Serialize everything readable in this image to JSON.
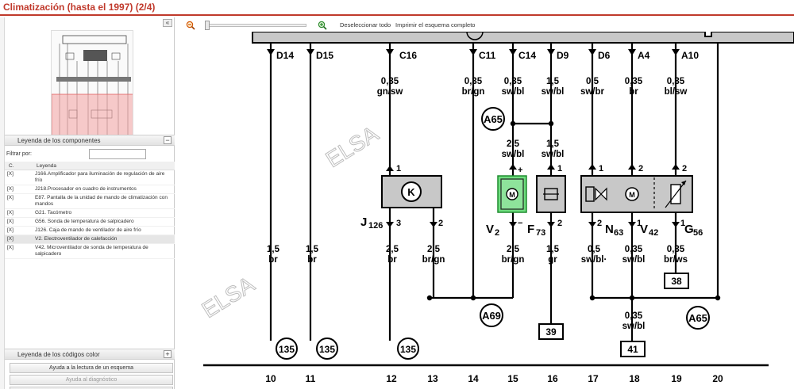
{
  "window": {
    "title": "Climatización (hasta el 1997) (2/4)"
  },
  "left_panel": {
    "collapse_label": "«",
    "legend_section": {
      "title": "Leyenda de los componentes",
      "toggle": "−"
    },
    "filter": {
      "label": "Filtrar por:",
      "value": ""
    },
    "table": {
      "columns": [
        "C.",
        "Leyenda"
      ],
      "rows": [
        {
          "check": "[X]",
          "text": "J166.Amplificador para iluminación de regulación de aire frío"
        },
        {
          "check": "[X]",
          "text": "J218.Procesador en cuadro de instrumentos"
        },
        {
          "check": "[X]",
          "text": "E87. Pantalla de la unidad de mando de climatización con mandos"
        },
        {
          "check": "[X]",
          "text": "G21. Tacómetro"
        },
        {
          "check": "[X]",
          "text": "G56. Sonda de temperatura de salpicadero"
        },
        {
          "check": "[X]",
          "text": "J126. Caja de mando de ventilador de aire frío"
        },
        {
          "check": "[X]",
          "text": "V2. Electroventilador de calefacción"
        },
        {
          "check": "[X]",
          "text": "V42. Microventilador de sonda de temperatura de salpicadero"
        }
      ]
    },
    "color_codes_section": {
      "title": "Leyenda de los códigos color",
      "toggle": "+"
    },
    "buttons": {
      "reading_help": "Ayuda a la lectura de un esquema",
      "diagnostic_help": "Ayuda al diagnóstico"
    }
  },
  "toolbar": {
    "deselect_all": "Deseleccionar todo",
    "print_all": "Imprimir el esquema completo"
  },
  "colors": {
    "title_red": "#c0392b",
    "selection_pink": "#f4b6b6",
    "highlight_green": "#6fdc7f",
    "component_gray": "#c8c8c8"
  },
  "diagram": {
    "connectors": [
      "D14",
      "D15",
      "C16",
      "C11",
      "C14",
      "D9",
      "D6",
      "A4",
      "A10"
    ],
    "wires_top": [
      {
        "size": "0,35",
        "color": "gn/sw"
      },
      {
        "size": "0,35",
        "color": "br/gn"
      },
      {
        "size": "0,35",
        "color": "sw/bl"
      },
      {
        "size": "1,5",
        "color": "sw/bl"
      },
      {
        "size": "0,5",
        "color": "sw/br"
      },
      {
        "size": "0,35",
        "color": "br"
      },
      {
        "size": "0,35",
        "color": "bl/sw"
      }
    ],
    "wires_mid": [
      {
        "size": "2,5",
        "color": "sw/bl"
      },
      {
        "size": "1,5",
        "color": "sw/bl"
      }
    ],
    "wires_bottom": [
      {
        "size": "1,5",
        "color": "br"
      },
      {
        "size": "1,5",
        "color": "br"
      },
      {
        "size": "2,5",
        "color": "br"
      },
      {
        "size": "2,5",
        "color": "br/gn"
      },
      {
        "size": "2,5",
        "color": "br/gn"
      },
      {
        "size": "1,5",
        "color": "gr"
      },
      {
        "size": "0,5",
        "color": "sw/bl·"
      },
      {
        "size": "0,35",
        "color": "sw/bl"
      },
      {
        "size": "0,35",
        "color": "br/ws"
      }
    ],
    "wire_41": {
      "size": "0,35",
      "color": "sw/bl"
    },
    "components": {
      "j126": {
        "label": "J",
        "sub": "126",
        "symbol": "K"
      },
      "v2": {
        "label": "V",
        "sub": "2"
      },
      "f73": {
        "label": "F",
        "sub": "73"
      },
      "n63": {
        "label": "N",
        "sub": "63"
      },
      "v42": {
        "label": "V",
        "sub": "42"
      },
      "g56": {
        "label": "G",
        "sub": "56"
      }
    },
    "pins": [
      "1",
      "3",
      "2",
      "+",
      "−",
      "1",
      "2",
      "1",
      "2",
      "2",
      "1",
      "2",
      "1"
    ],
    "connection_points": [
      "A65",
      "A69",
      "A65"
    ],
    "ground_refs": [
      "135",
      "135",
      "135"
    ],
    "box_refs": [
      "39",
      "38",
      "41"
    ],
    "tracks": [
      "10",
      "11",
      "12",
      "13",
      "14",
      "15",
      "16",
      "17",
      "18",
      "19",
      "20"
    ],
    "watermark": "ELSA"
  }
}
